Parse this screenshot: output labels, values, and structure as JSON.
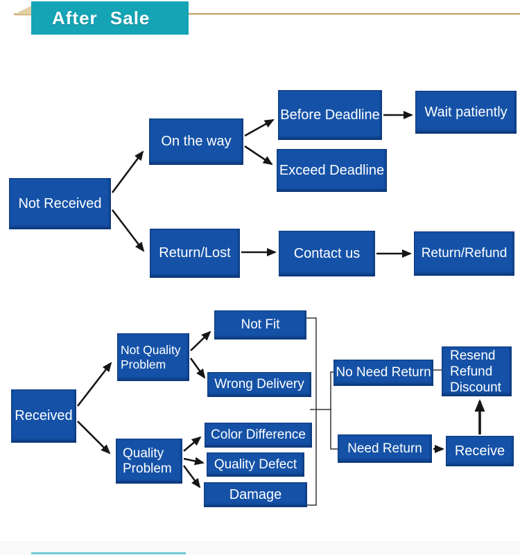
{
  "header": {
    "title": "After Sale"
  },
  "colors": {
    "node_blue": "#1552a7",
    "banner_teal": "#14a4b5",
    "ribbon_tan": "#c49a58",
    "arrow_black": "#161616",
    "footer_teal": "#6ecbd5"
  },
  "flowchart": {
    "nodes": [
      {
        "id": "not-received",
        "label": "Not Received"
      },
      {
        "id": "on-the-way",
        "label": "On the way"
      },
      {
        "id": "before-deadline",
        "label": "Before Deadline"
      },
      {
        "id": "wait-patiently",
        "label": "Wait patiently"
      },
      {
        "id": "exceed-deadline",
        "label": "Exceed Deadline"
      },
      {
        "id": "return-lost",
        "label": "Return/Lost"
      },
      {
        "id": "contact-us",
        "label": "Contact us"
      },
      {
        "id": "return-refund",
        "label": "Return/Refund"
      },
      {
        "id": "received",
        "label": "Received"
      },
      {
        "id": "not-quality-problem",
        "label": "Not Quality Problem"
      },
      {
        "id": "not-fit",
        "label": "Not Fit"
      },
      {
        "id": "wrong-delivery",
        "label": "Wrong Delivery"
      },
      {
        "id": "quality-problem",
        "label": "Quality Problem"
      },
      {
        "id": "color-difference",
        "label": "Color Difference"
      },
      {
        "id": "quality-defect",
        "label": "Quality Defect"
      },
      {
        "id": "damage",
        "label": "Damage"
      },
      {
        "id": "no-need-return",
        "label": "No Need Return"
      },
      {
        "id": "resend-refund-discount",
        "label": "Resend Refund Discount"
      },
      {
        "id": "need-return",
        "label": "Need Return"
      },
      {
        "id": "receive",
        "label": "Receive"
      }
    ],
    "edges": [
      {
        "from": "not-received",
        "to": "on-the-way",
        "type": "arrow"
      },
      {
        "from": "not-received",
        "to": "return-lost",
        "type": "arrow"
      },
      {
        "from": "on-the-way",
        "to": "before-deadline",
        "type": "arrow"
      },
      {
        "from": "on-the-way",
        "to": "exceed-deadline",
        "type": "arrow"
      },
      {
        "from": "before-deadline",
        "to": "wait-patiently",
        "type": "arrow"
      },
      {
        "from": "return-lost",
        "to": "contact-us",
        "type": "arrow"
      },
      {
        "from": "contact-us",
        "to": "return-refund",
        "type": "arrow"
      },
      {
        "from": "received",
        "to": "not-quality-problem",
        "type": "arrow"
      },
      {
        "from": "received",
        "to": "quality-problem",
        "type": "arrow"
      },
      {
        "from": "not-quality-problem",
        "to": "not-fit",
        "type": "arrow"
      },
      {
        "from": "not-quality-problem",
        "to": "wrong-delivery",
        "type": "arrow"
      },
      {
        "from": "quality-problem",
        "to": "color-difference",
        "type": "arrow"
      },
      {
        "from": "quality-problem",
        "to": "quality-defect",
        "type": "arrow"
      },
      {
        "from": "quality-problem",
        "to": "damage",
        "type": "arrow"
      },
      {
        "from": "need-return",
        "to": "receive",
        "type": "arrow"
      },
      {
        "from": "receive",
        "to": "resend-refund-discount",
        "type": "arrow"
      },
      {
        "from": "not-fit",
        "to": "outcome-collector",
        "type": "line"
      },
      {
        "from": "damage",
        "to": "outcome-collector",
        "type": "line"
      },
      {
        "from": "outcome-collector",
        "to": "no-need-return",
        "type": "line"
      },
      {
        "from": "outcome-collector",
        "to": "need-return",
        "type": "line"
      },
      {
        "from": "no-need-return",
        "to": "resend-refund-discount",
        "type": "line"
      }
    ]
  }
}
